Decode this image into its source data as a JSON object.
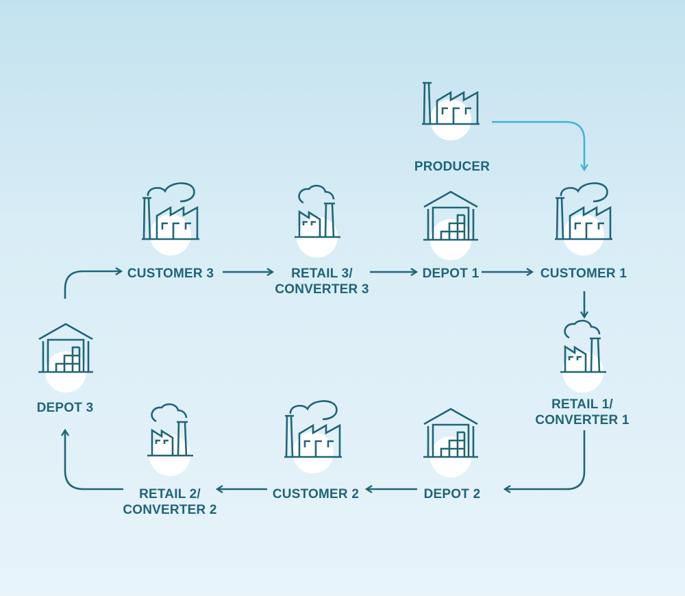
{
  "colors": {
    "primary": "#1f6477",
    "accent": "#42b3d8",
    "circle": "#ffffff"
  },
  "nodes": {
    "producer": {
      "label": "PRODUCER",
      "icon": "factory-icon"
    },
    "customer1": {
      "label": "CUSTOMER 1",
      "icon": "factory-cloud-icon"
    },
    "retail1": {
      "line1": "RETAIL 1/",
      "line2": "CONVERTER 1",
      "icon": "small-factory-icon"
    },
    "depot2": {
      "label": "DEPOT 2",
      "icon": "warehouse-icon"
    },
    "customer2": {
      "label": "CUSTOMER 2",
      "icon": "factory-cloud-icon"
    },
    "retail2": {
      "line1": "RETAIL 2/",
      "line2": "CONVERTER 2",
      "icon": "small-factory-icon"
    },
    "depot3": {
      "label": "DEPOT 3",
      "icon": "warehouse-icon"
    },
    "customer3": {
      "label": "CUSTOMER 3",
      "icon": "factory-cloud-icon"
    },
    "retail3": {
      "line1": "RETAIL 3/",
      "line2": "CONVERTER 3",
      "icon": "small-factory-icon"
    },
    "depot1": {
      "label": "DEPOT 1",
      "icon": "warehouse-icon"
    }
  }
}
